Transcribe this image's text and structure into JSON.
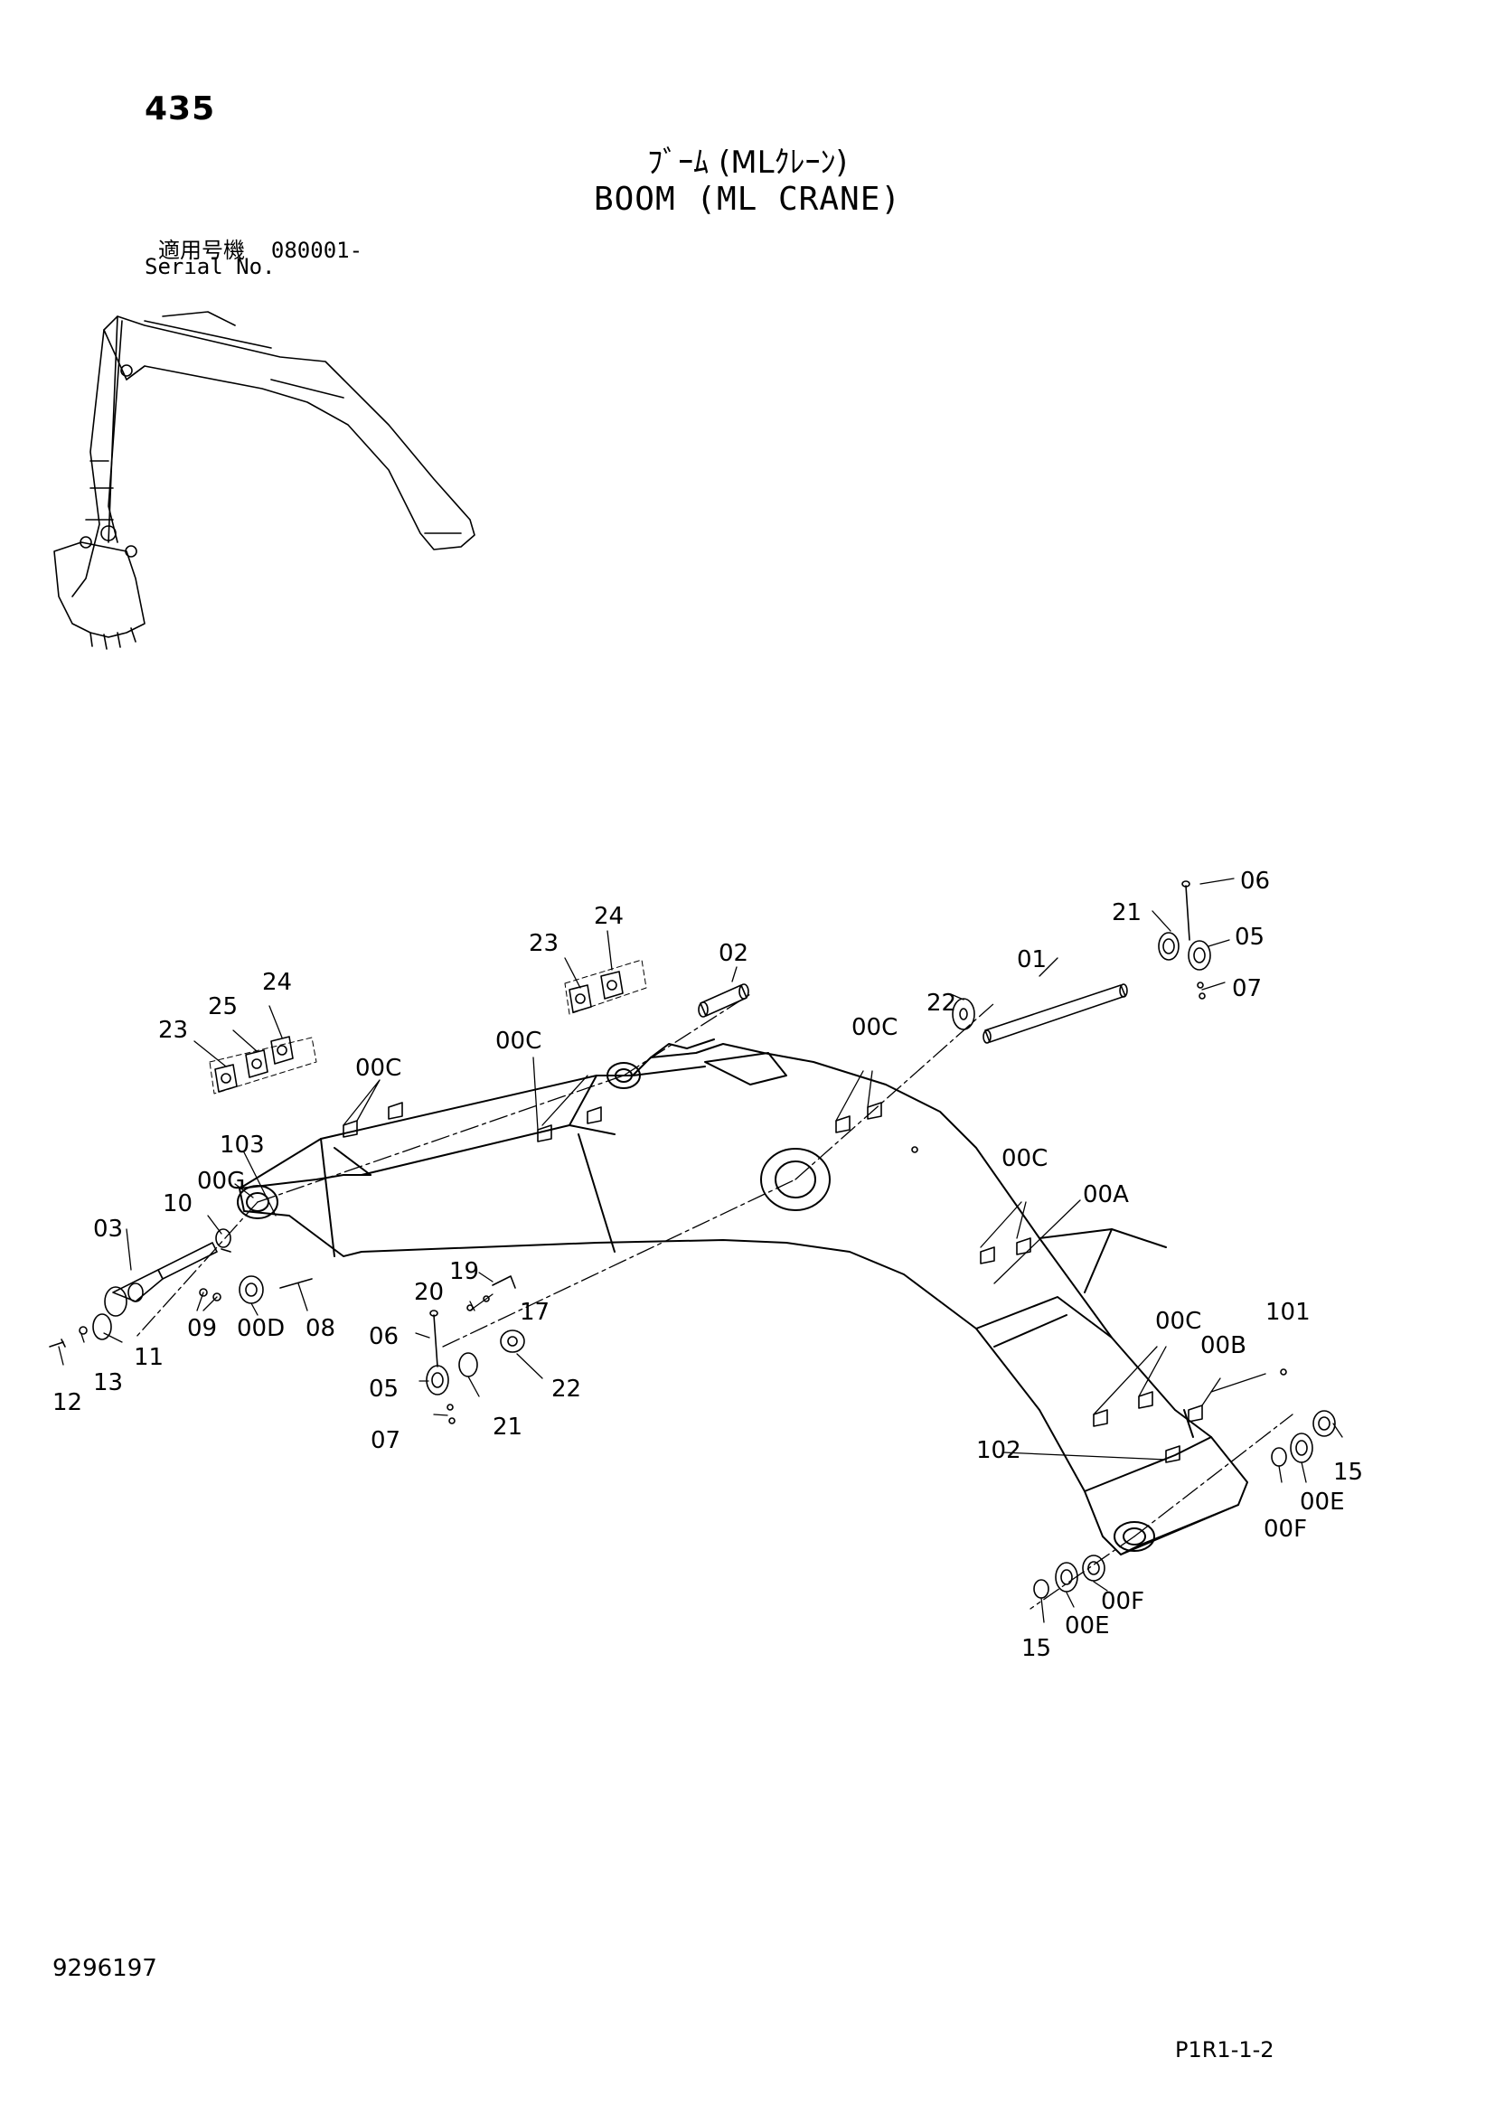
{
  "header": {
    "page_number": "435",
    "title_jp": "ﾌﾞｰﾑ (MLｸﾚｰﾝ)",
    "title_en": "BOOM (ML CRANE)",
    "serial_label_jp": "適用号機",
    "serial_value": "080001-",
    "serial_label_en": "Serial No."
  },
  "callouts": [
    "06",
    "05",
    "07",
    "21",
    "01",
    "22",
    "02",
    "24",
    "23",
    "24",
    "23",
    "25",
    "00C",
    "00C",
    "00C",
    "103",
    "00G",
    "10",
    "03",
    "20",
    "19",
    "17",
    "09",
    "00D",
    "08",
    "11",
    "13",
    "12",
    "06",
    "05",
    "21",
    "22",
    "07",
    "00C",
    "00A",
    "00C",
    "101",
    "00B",
    "102",
    "15",
    "00E",
    "00F",
    "00F",
    "00E",
    "15"
  ],
  "footer": {
    "document_number": "9296197",
    "page_code": "P1R1-1-2"
  }
}
